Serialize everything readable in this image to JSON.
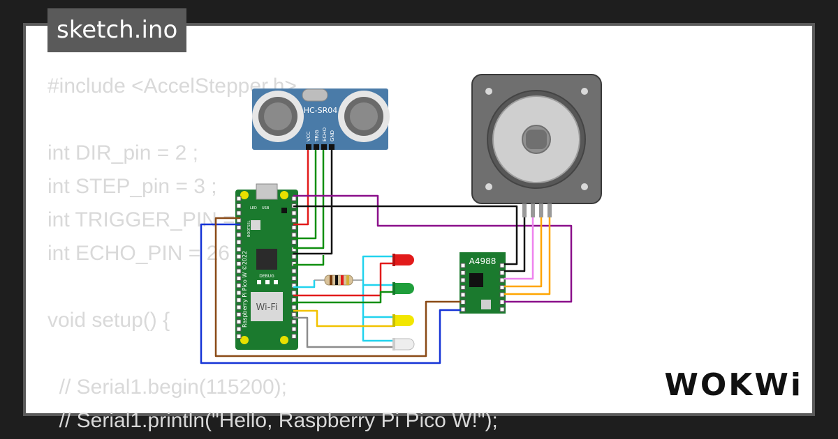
{
  "file_tab": {
    "label": "sketch.ino"
  },
  "code_lines": [
    "#include <AccelStepper.h>",
    "",
    "int DIR_pin = 2 ;",
    "int STEP_pin = 3 ;",
    "int TRIGGER_PIN = 27 ;",
    "int ECHO_PIN = 26 ;",
    "",
    "void setup() {",
    "",
    "  // Serial1.begin(115200);",
    "  // Serial1.println(\"Hello, Raspberry Pi Pico W!\");"
  ],
  "components": {
    "sensor": {
      "label": "HC-SR04",
      "pins": [
        "VCC",
        "TRIG",
        "ECHO",
        "GND"
      ]
    },
    "pico": {
      "wifi_label": "Wi-Fi",
      "vertical_label": "Raspberry Pi Pico W ©2022",
      "led_label": "LED",
      "usb_label": "USB",
      "debug_label": "DEBUG",
      "bootsel_label": "BOOTSEL"
    },
    "driver": {
      "label": "A4988"
    }
  },
  "brand": {
    "label": "WOKWi"
  },
  "colors": {
    "background": "#1e1e1e",
    "canvas": "#ffffff",
    "frame": "#5a5a5a",
    "pcb_green": "#1b7a2e",
    "sensor_blue": "#4a7ba8",
    "wire_red": "#e21b1b",
    "wire_green": "#0f8f0f",
    "wire_black": "#111111",
    "wire_purple": "#8a0f8a",
    "wire_blue": "#1533d6",
    "wire_brown": "#8a4a16",
    "wire_cyan": "#22d3ee",
    "wire_yellow": "#f2c200",
    "wire_gray": "#8c8c8c",
    "wire_pink": "#ee82ee",
    "wire_orange": "#ffa500"
  }
}
